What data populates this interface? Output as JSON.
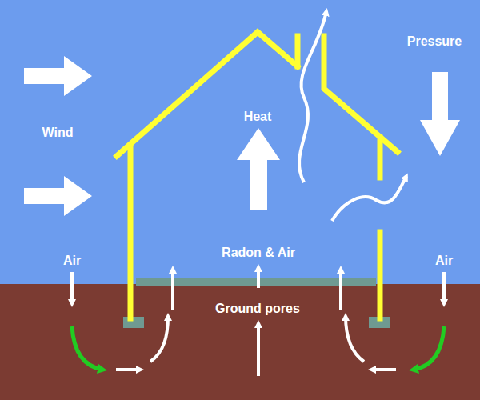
{
  "diagram": {
    "labels": [
      "Pressure",
      "Heat",
      "Wind",
      "Radon & Air",
      "Air",
      "Air",
      "Ground pores"
    ]
  }
}
